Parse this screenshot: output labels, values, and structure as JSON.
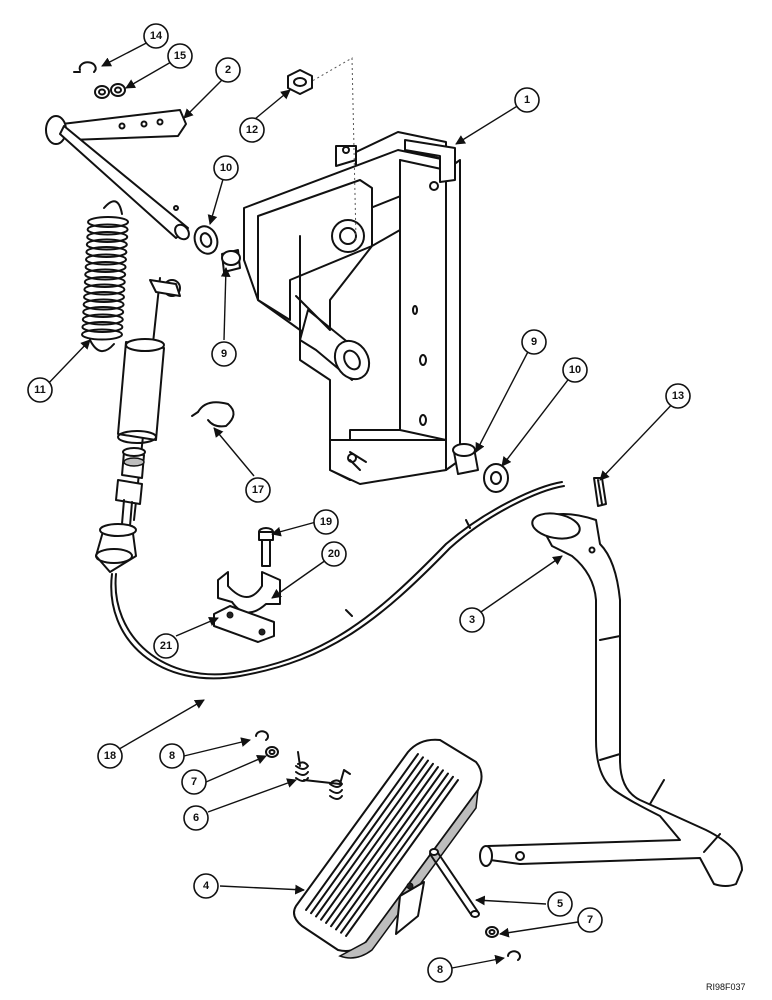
{
  "figure_code": "RI98F037",
  "callouts": [
    "1",
    "2",
    "3",
    "4",
    "5",
    "6",
    "7",
    "8",
    "9",
    "10",
    "11",
    "12",
    "13",
    "14",
    "15",
    "17",
    "18",
    "19",
    "20",
    "21"
  ]
}
